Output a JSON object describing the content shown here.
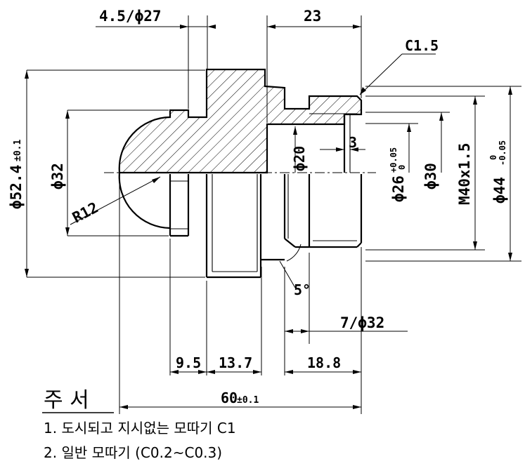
{
  "dimensions": {
    "top_left": "4.5/ϕ27",
    "top_right": "23",
    "chamfer": "C1.5",
    "dia_52": "ϕ52.4",
    "dia_52_tol": "±0.1",
    "dia_32": "ϕ32",
    "radius": "R12",
    "dia_20": "ϕ20",
    "depth_3": "3",
    "dia_26": "ϕ26",
    "dia_26_tol_upper": "+0.05",
    "dia_26_tol_lower": "0",
    "dia_30": "ϕ30",
    "thread": "M40x1.5",
    "dia_44": "ϕ44",
    "dia_44_tol_upper": "0",
    "dia_44_tol_lower": "-0.05",
    "angle": "5°",
    "groove": "7/ϕ32",
    "len_9_5": "9.5",
    "len_13_7": "13.7",
    "len_18_8": "18.8",
    "overall": "60",
    "overall_tol": "±0.1"
  },
  "notes": {
    "title": "주  서",
    "line1": "1. 도시되고 지시없는 모따기 C1",
    "line2": "2. 일반 모따기 (C0.2~C0.3)"
  }
}
